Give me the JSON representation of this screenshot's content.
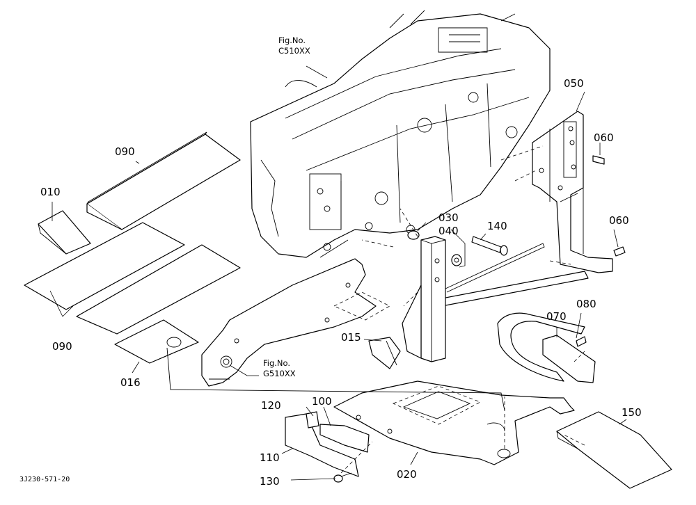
{
  "figure_refs": [
    {
      "id": "ref-c",
      "line1": "Fig.No.",
      "line2": "C510XX"
    },
    {
      "id": "ref-g",
      "line1": "Fig.No.",
      "line2": "G510XX"
    }
  ],
  "part_labels": {
    "p010": "010",
    "p015": "015",
    "p016": "016",
    "p020": "020",
    "p030": "030",
    "p040": "040",
    "p050": "050",
    "p060a": "060",
    "p060b": "060",
    "p070": "070",
    "p080": "080",
    "p090a": "090",
    "p090b": "090",
    "p100": "100",
    "p110": "110",
    "p120": "120",
    "p130": "130",
    "p140": "140",
    "p150": "150"
  },
  "diagram_code": "3J230-571-20"
}
